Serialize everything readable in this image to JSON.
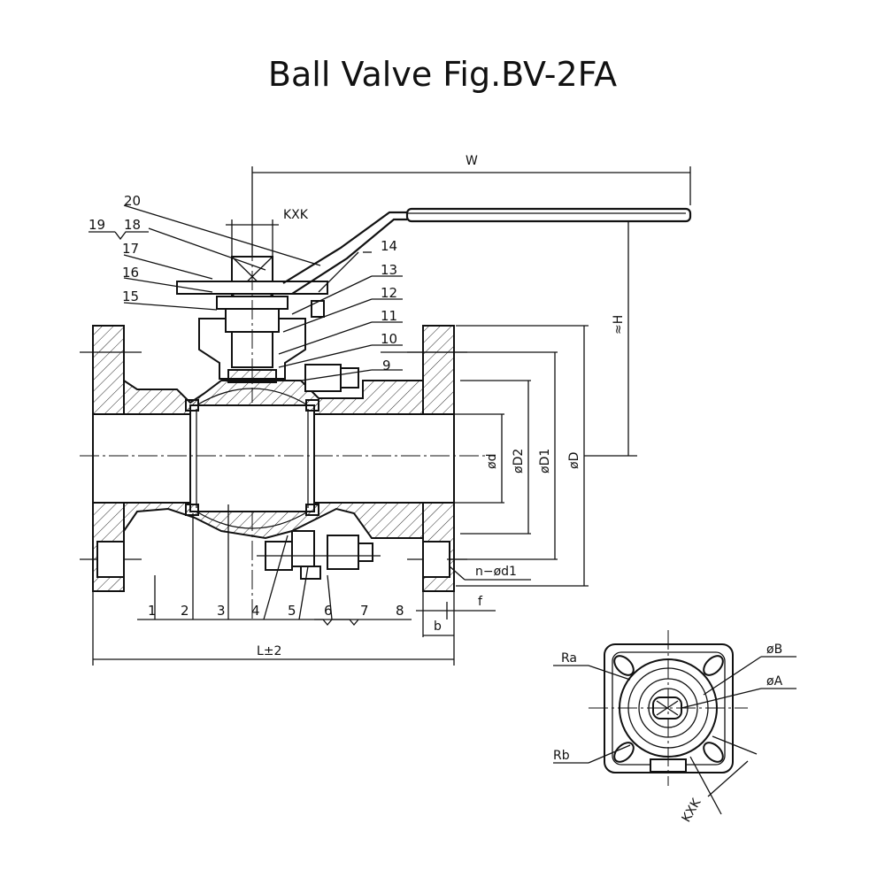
{
  "title": "Ball Valve Fig.BV-2FA",
  "part_labels": [
    "1",
    "2",
    "3",
    "4",
    "5",
    "6",
    "7",
    "8",
    "9",
    "10",
    "11",
    "12",
    "13",
    "14",
    "15",
    "16",
    "17",
    "18",
    "19",
    "20"
  ],
  "dimensions": {
    "w": "W",
    "kxk_top": "KXK",
    "h": "≈H",
    "d": "ød",
    "d2": "øD2",
    "d1": "øD1",
    "D": "øD",
    "n_d1": "n−ød1",
    "f": "f",
    "b": "b",
    "L": "L±2"
  },
  "top_view": {
    "ra": "Ra",
    "rb": "Rb",
    "b": "øB",
    "a": "øA",
    "kxk": "KXK"
  }
}
